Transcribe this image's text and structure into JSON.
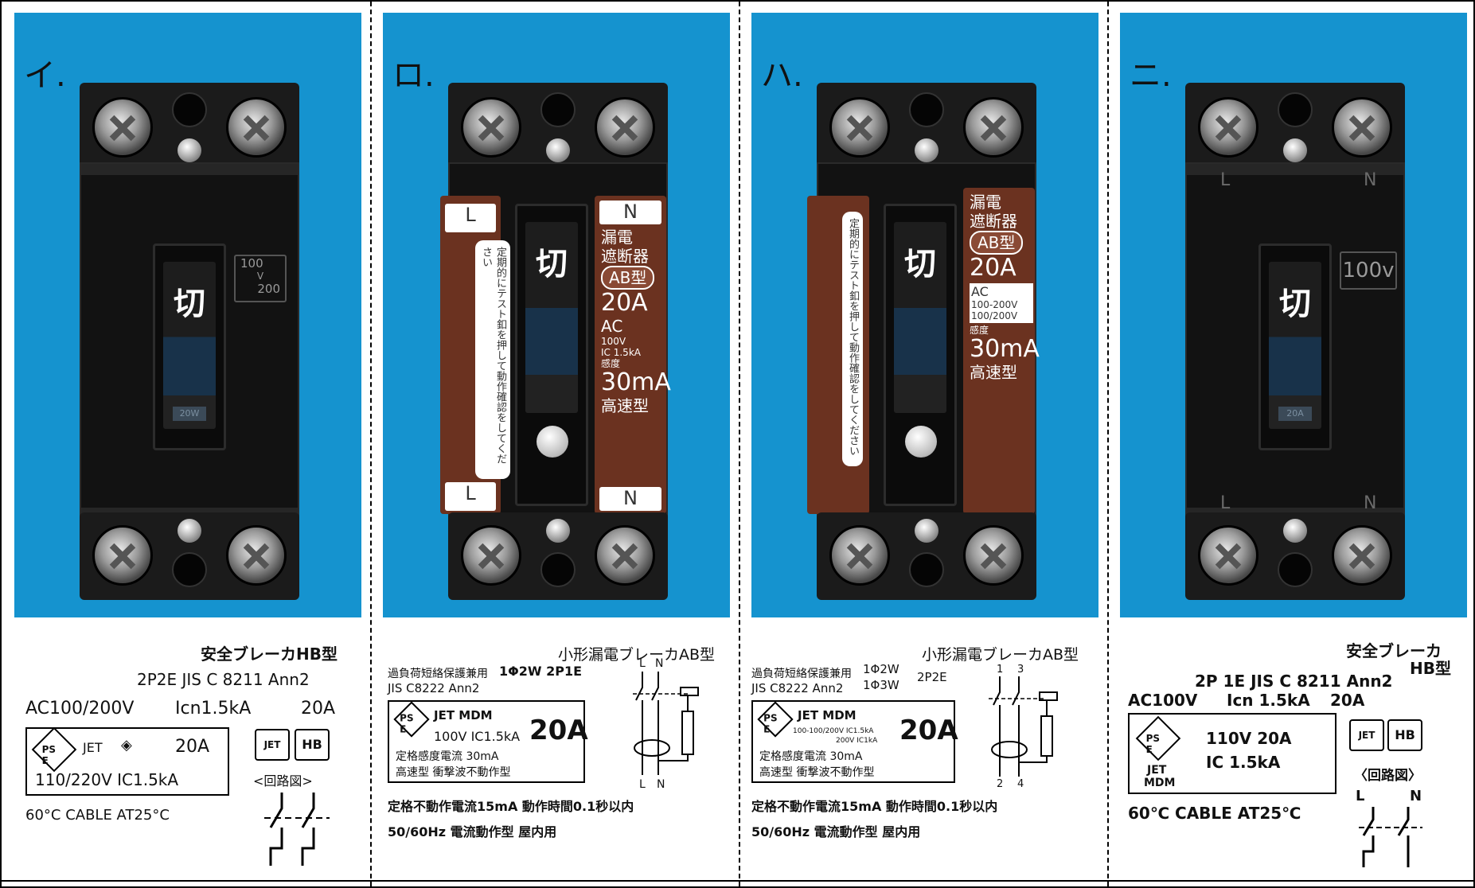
{
  "options": [
    {
      "label": "イ.",
      "face": {
        "toggle": "切",
        "toggle_tag": "20W",
        "volt_top": "100",
        "volt_v": "V",
        "volt_bottom": "200"
      },
      "plate": {
        "title": "安全ブレーカHB型",
        "line1": "2P2E   JIS C 8211 Ann2",
        "line2a": "AC100/200V",
        "line2b": "Icn1.5kA",
        "line2c": "20A",
        "ps": "PS E",
        "jet": "JET",
        "box_rating": "20A",
        "box_line2": "110/220V   IC1.5kA",
        "line3": "60°C CABLE     AT25°C",
        "cert1": "JET",
        "cert2": "HB",
        "circuit_label": "<回路図>"
      }
    },
    {
      "label": "ロ.",
      "face": {
        "toggle": "切",
        "left_top": "L",
        "left_bottom": "L",
        "right_top": "N",
        "right_bottom": "N",
        "note": "定期的にテスト釦を押して動作確認をしてください",
        "spec1": "漏電",
        "spec2": "遮断器",
        "spec3": "AB型",
        "spec4": "20A",
        "spec5": "AC",
        "spec6": "100V",
        "spec7": "IC  1.5kA",
        "spec8": "感度",
        "spec9": "30mA",
        "spec10": "高速型"
      },
      "plate": {
        "title": "小形漏電ブレーカAB型",
        "line1a": "過負荷短絡保護兼用",
        "line1b": "1Φ2W 2P1E",
        "line2": "JIS C8222 Ann2",
        "ps": "PS E",
        "box_jet": "JET  MDM",
        "box_spec": "100V IC1.5kA",
        "box_rating": "20A",
        "box_sens": "定格感度電流 30mA",
        "box_type": "高速型 衝撃波不動作型",
        "line3": "定格不動作電流15mA  動作時間0.1秒以内",
        "line4": "50/60Hz   電流動作型  屋内用",
        "circuit_L": "L",
        "circuit_N": "N",
        "circuit_L2": "L",
        "circuit_N2": "N"
      }
    },
    {
      "label": "ハ.",
      "face": {
        "toggle": "切",
        "note": "定期的にテスト釦を押して動作確認をしてください",
        "spec1": "漏電",
        "spec2": "遮断器",
        "spec3": "AB型",
        "spec4": "20A",
        "spec5": "AC",
        "spec6": "100-200V",
        "spec7": "100/200V",
        "spec8": "感度",
        "spec9": "30mA",
        "spec10": "高速型"
      },
      "plate": {
        "title": "小形漏電ブレーカAB型",
        "line1a": "過負荷短絡保護兼用",
        "line1b": "1Φ2W",
        "line1c": "1Φ3W",
        "line1d": "2P2E",
        "line2": "JIS C8222 Ann2",
        "ps": "PS E",
        "box_jet": "JET  MDM",
        "box_spec1": "100-100/200V IC1.5kA",
        "box_spec2": "200V IC1kA",
        "box_rating": "20A",
        "box_sens": "定格感度電流 30mA",
        "box_type": "高速型 衝撃波不動作型",
        "line3": "定格不動作電流15mA  動作時間0.1秒以内",
        "line4": "50/60Hz   電流動作型  屋内用",
        "c1": "1",
        "c3": "3",
        "c2": "2",
        "c4": "4"
      }
    },
    {
      "label": "ニ.",
      "face": {
        "toggle": "切",
        "toggle_tag": "20A",
        "volt": "100v",
        "top_L": "L",
        "top_N": "N",
        "bot_L": "L",
        "bot_N": "N"
      },
      "plate": {
        "title1": "安全ブレーカ",
        "title2": "HB型",
        "line1": "2P 1E  JIS C 8211  Ann2",
        "line2a": "AC100V",
        "line2b": "Icn 1.5kA",
        "line2c": "20A",
        "ps": "PS E",
        "box_spec": "110V   20A",
        "box_ic": "IC 1.5kA",
        "box_jet": "JET",
        "box_mdm": "MDM",
        "cert1": "JET",
        "cert2": "HB",
        "circuit_label": "〈回路図〉",
        "line3": "60℃  CABLE  AT25℃",
        "circuit_L": "L",
        "circuit_N": "N"
      }
    }
  ]
}
